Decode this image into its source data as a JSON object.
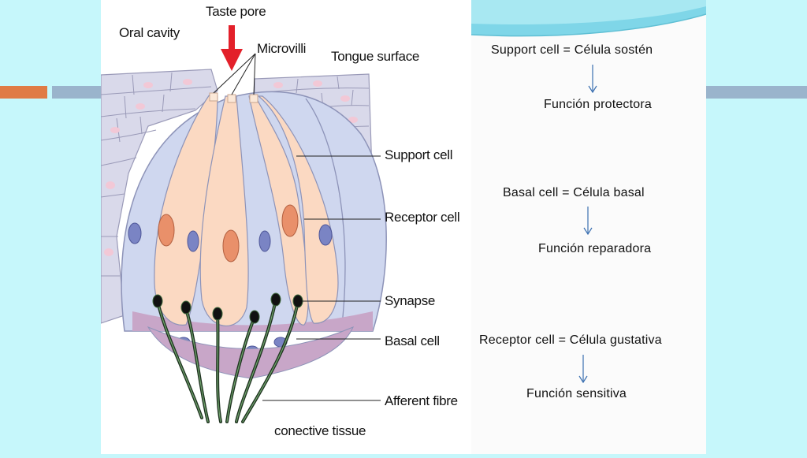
{
  "diagram": {
    "labels": {
      "taste_pore": "Taste pore",
      "oral_cavity": "Oral cavity",
      "microvilli": "Microvilli",
      "tongue_surface": "Tongue surface",
      "support_cell": "Support cell",
      "receptor_cell": "Receptor cell",
      "synapse": "Synapse",
      "basal_cell": "Basal cell",
      "afferent_fibre": "Afferent fibre",
      "conective_tissue": "conective tissue"
    }
  },
  "notes": [
    {
      "term": "Support cell = Célula sostén",
      "function": "Función protectora"
    },
    {
      "term": "Basal cell = Célula basal",
      "function": "Función reparadora"
    },
    {
      "term": "Receptor cell = Célula gustativa",
      "function": "Función sensitiva"
    }
  ],
  "colors": {
    "slide_background": "#c6f7fb",
    "accent_orange": "#e07b45",
    "accent_blue": "#9ab4cc",
    "taste_pore_arrow": "#e3202a",
    "receptor_cell_fill": "#fbd9c2",
    "support_cell_fill": "#cfd7ef",
    "tongue_tissue_fill": "#d8d8e8"
  }
}
